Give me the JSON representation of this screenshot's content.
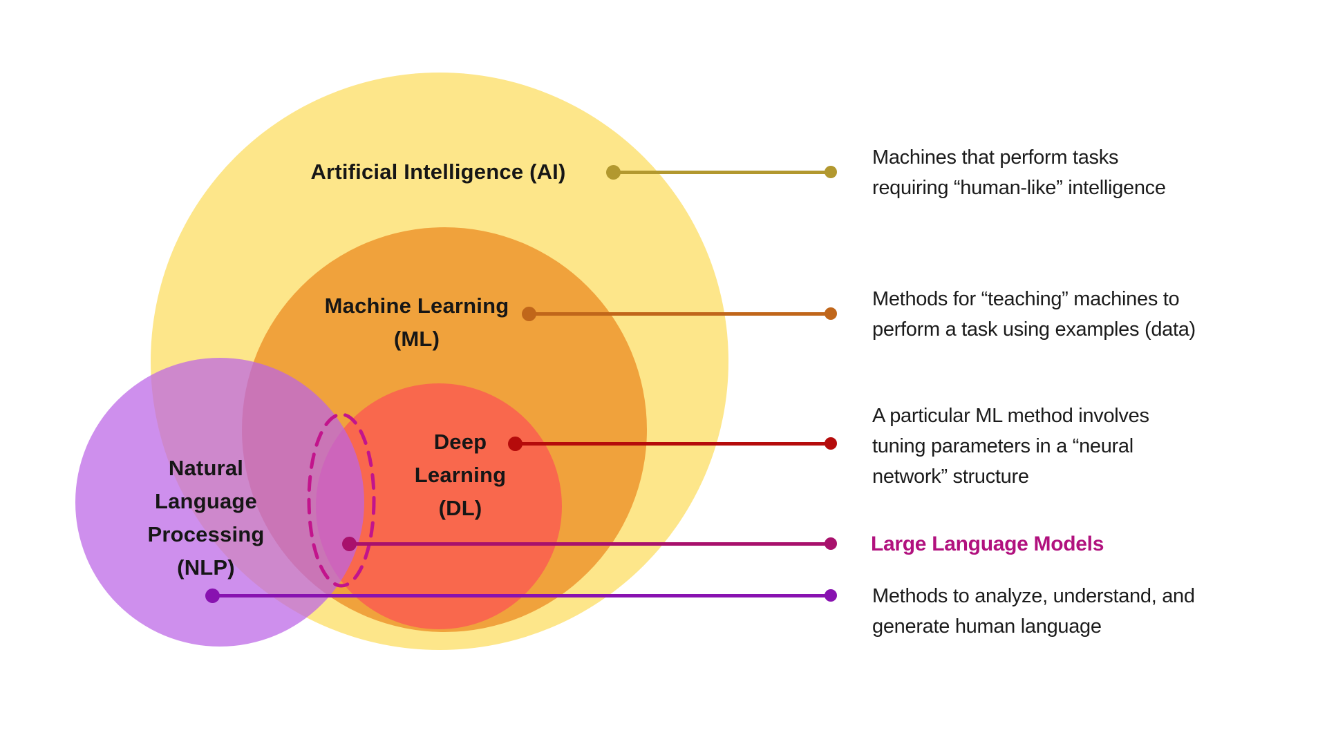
{
  "diagram": {
    "circles": {
      "ai": {
        "label": "Artificial Intelligence (AI)",
        "fill": "#FDE68A"
      },
      "ml": {
        "lines": [
          "Machine Learning",
          "(ML)"
        ],
        "fill": "#F0A23C"
      },
      "dl": {
        "lines": [
          "Deep",
          "Learning",
          "(DL)"
        ],
        "fill": "#F9684D"
      },
      "nlp": {
        "lines": [
          "Natural",
          "Language",
          "Processing",
          "(NLP)"
        ],
        "fill": "rgba(187,100,230,0.72)"
      }
    },
    "llm_ellipse": {
      "stroke": "#C2148C"
    }
  },
  "annotations": {
    "ai": {
      "lines": [
        "Machines that perform tasks",
        "requiring “human-like” intelligence"
      ],
      "line_color": "#B2982F"
    },
    "ml": {
      "lines": [
        "Methods for “teaching” machines to",
        "perform a task using examples (data)"
      ],
      "line_color": "#C0661A"
    },
    "dl": {
      "lines": [
        "A particular ML method involves",
        "tuning parameters in a “neural",
        "network” structure"
      ],
      "line_color": "#B50B0B"
    },
    "llm": {
      "lines": [
        "Large Language Models"
      ],
      "line_color": "#A8116C",
      "text_color": "#B1117E"
    },
    "nlp": {
      "lines": [
        "Methods to analyze, understand, and",
        "generate human language"
      ],
      "line_color": "#8812B0"
    }
  },
  "text_color": "#1B1B1B"
}
